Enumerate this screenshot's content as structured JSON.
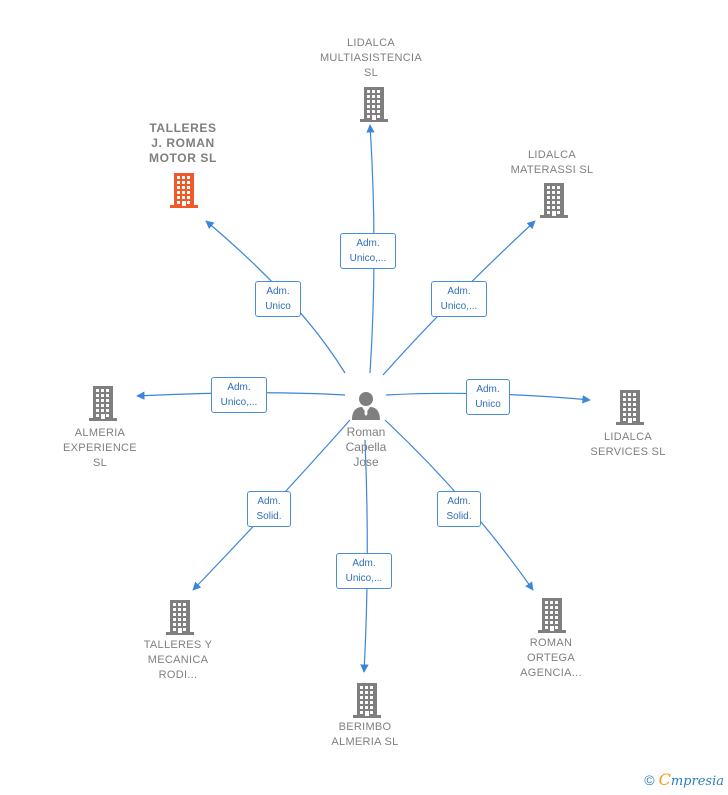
{
  "center": {
    "name": "Roman\nCapella\nJose",
    "icon": "person-icon"
  },
  "colors": {
    "edge": "#3b86d8",
    "building": "#7f7f7f",
    "focus_building": "#f05a28",
    "role_text": "#2f6fb7"
  },
  "companies": [
    {
      "id": "talleres-j-roman",
      "label": "TALLERES\nJ.  ROMAN\nMOTOR  SL",
      "focus": true,
      "role": "Adm.\nUnico"
    },
    {
      "id": "lidalca-multiasistencia",
      "label": "LIDALCA\nMULTIASISTENCIA\nSL",
      "focus": false,
      "role": "Adm.\nUnico,..."
    },
    {
      "id": "lidalca-materassi",
      "label": "LIDALCA\nMATERASSI  SL",
      "focus": false,
      "role": "Adm.\nUnico,..."
    },
    {
      "id": "almeria-experience",
      "label": "ALMERIA\nEXPERIENCE\nSL",
      "focus": false,
      "role": "Adm.\nUnico,..."
    },
    {
      "id": "lidalca-services",
      "label": "LIDALCA\nSERVICES SL",
      "focus": false,
      "role": "Adm.\nUnico"
    },
    {
      "id": "talleres-y-mecanica",
      "label": "TALLERES Y\nMECANICA\nRODI...",
      "focus": false,
      "role": "Adm.\nSolid."
    },
    {
      "id": "berimbo-almeria",
      "label": "BERIMBO\nALMERIA  SL",
      "focus": false,
      "role": "Adm.\nUnico,..."
    },
    {
      "id": "roman-ortega",
      "label": "ROMAN\nORTEGA\nAGENCIA...",
      "focus": false,
      "role": "Adm.\nSolid."
    }
  ],
  "footer": {
    "copyright": "©",
    "brand_e": "C",
    "brand_rest": "mpresia"
  }
}
